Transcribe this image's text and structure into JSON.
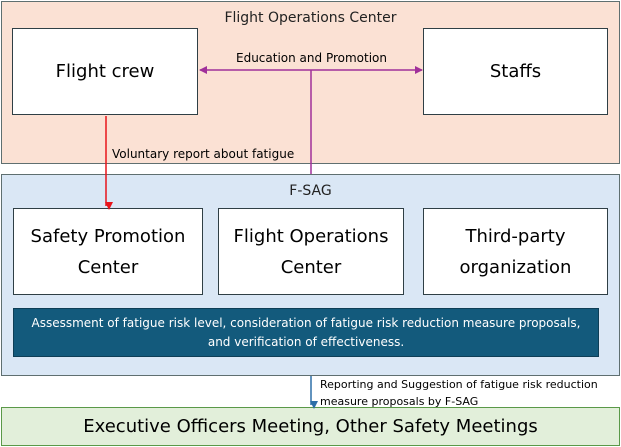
{
  "top_panel": {
    "title": "Flight Operations Center",
    "flight_crew": "Flight crew",
    "staffs": "Staffs",
    "edu_label": "Education and Promotion"
  },
  "voluntary_label": "Voluntary report about fatigue",
  "mid_panel": {
    "title": "F-SAG",
    "box1_line1": "Safety Promotion",
    "box1_line2": "Center",
    "box2_line1": "Flight Operations",
    "box2_line2": "Center",
    "box3_line1": "Third-party",
    "box3_line2": "organization",
    "assessment_line1": "Assessment of fatigue risk level, consideration of fatigue risk reduction measure proposals,",
    "assessment_line2": "and verification of effectiveness."
  },
  "reporting_line1": "Reporting and Suggestion of fatigue risk reduction",
  "reporting_line2": "measure proposals by F-SAG",
  "bottom_panel": {
    "title": "Executive Officers Meeting, Other Safety Meetings"
  },
  "colors": {
    "top_bg": "#fbe1d4",
    "mid_bg": "#dae7f5",
    "bottom_bg": "#e2efda",
    "dark_box": "#135a7c",
    "red_arrow": "#e8141b",
    "purple_line": "#a0309a",
    "blue_arrow": "#2d6fa8"
  }
}
